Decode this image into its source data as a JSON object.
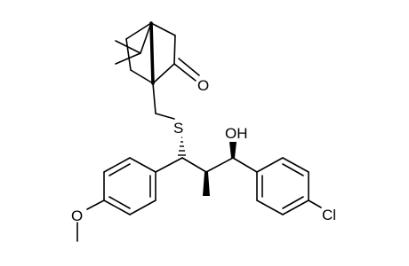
{
  "molecule": {
    "atoms": {
      "ketone_oxygen": "O",
      "thioether_sulfur": "S",
      "hydroxyl": "OH",
      "methoxy_oxygen": "O",
      "chlorine": "Cl"
    }
  }
}
